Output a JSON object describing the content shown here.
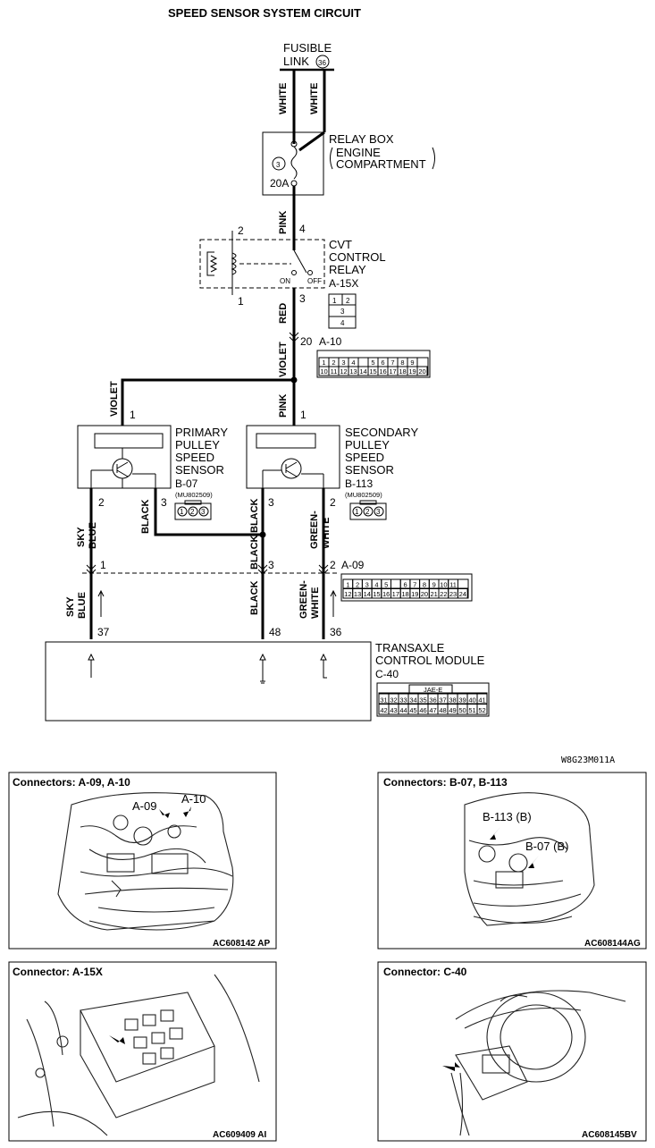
{
  "title": "SPEED SENSOR SYSTEM CIRCUIT",
  "doc_code": "W8G23M011A",
  "fusible_link": {
    "label_line1": "FUSIBLE",
    "label_line2": "LINK",
    "number": "36"
  },
  "relay_box": {
    "label": "RELAY BOX",
    "sub1": "ENGINE",
    "sub2": "COMPARTMENT",
    "fuse_no": "3",
    "rating": "20A"
  },
  "cvt_relay": {
    "line1": "CVT",
    "line2": "CONTROL",
    "line3": "RELAY",
    "connector": "A-15X",
    "pin_on": "ON",
    "pin_off": "OFF",
    "pins": {
      "p1": "1",
      "p2": "2",
      "p3": "3",
      "p4": "4"
    },
    "grid": [
      "1",
      "2",
      "3",
      "4"
    ]
  },
  "wires": {
    "white": "WHITE",
    "pink": "PINK",
    "red": "RED",
    "violet": "VIOLET",
    "black": "BLACK",
    "sky": "SKY",
    "blue": "BLUE",
    "green": "GREEN-",
    "white2": "WHITE"
  },
  "a10": {
    "pin": "20",
    "name": "A-10",
    "row1": [
      "1",
      "2",
      "3",
      "4",
      "",
      "5",
      "6",
      "7",
      "8",
      "9"
    ],
    "row2": [
      "10",
      "11",
      "12",
      "13",
      "14",
      "15",
      "16",
      "17",
      "18",
      "19",
      "20"
    ]
  },
  "primary": {
    "line1": "PRIMARY",
    "line2": "PULLEY",
    "line3": "SPEED",
    "line4": "SENSOR",
    "connector": "B-07",
    "part": "(MU802509)",
    "pins": [
      "1",
      "2",
      "3"
    ]
  },
  "secondary": {
    "line1": "SECONDARY",
    "line2": "PULLEY",
    "line3": "SPEED",
    "line4": "SENSOR",
    "connector": "B-113",
    "part": "(MU802509)",
    "pins": [
      "1",
      "3",
      "2"
    ]
  },
  "a09": {
    "name": "A-09",
    "pins": [
      "1",
      "3",
      "2"
    ],
    "row1": [
      "1",
      "2",
      "3",
      "4",
      "5",
      "",
      "6",
      "7",
      "8",
      "9",
      "10",
      "11"
    ],
    "row2": [
      "12",
      "13",
      "14",
      "15",
      "16",
      "17",
      "18",
      "19",
      "20",
      "21",
      "22",
      "23",
      "24"
    ]
  },
  "tcm": {
    "line1": "TRANSAXLE",
    "line2": "CONTROL MODULE",
    "connector": "C-40",
    "pins": [
      "37",
      "48",
      "36"
    ],
    "tag": "JAE-E",
    "row1": [
      "31",
      "32",
      "33",
      "34",
      "35",
      "36",
      "37",
      "38",
      "39",
      "40",
      "41"
    ],
    "row2": [
      "42",
      "43",
      "44",
      "45",
      "46",
      "47",
      "48",
      "49",
      "50",
      "51",
      "52"
    ]
  },
  "panels": [
    {
      "title": "Connectors: A-09, A-10",
      "code": "AC608142 AP",
      "callouts": [
        "A-10",
        "A-09"
      ]
    },
    {
      "title": "Connectors: B-07, B-113",
      "code": "AC608144AG",
      "callouts": [
        "B-113 (B)",
        "B-07 (B)"
      ]
    },
    {
      "title": "Connector: A-15X",
      "code": "AC609409 AI",
      "callouts": []
    },
    {
      "title": "Connector: C-40",
      "code": "AC608145BV",
      "callouts": []
    }
  ]
}
